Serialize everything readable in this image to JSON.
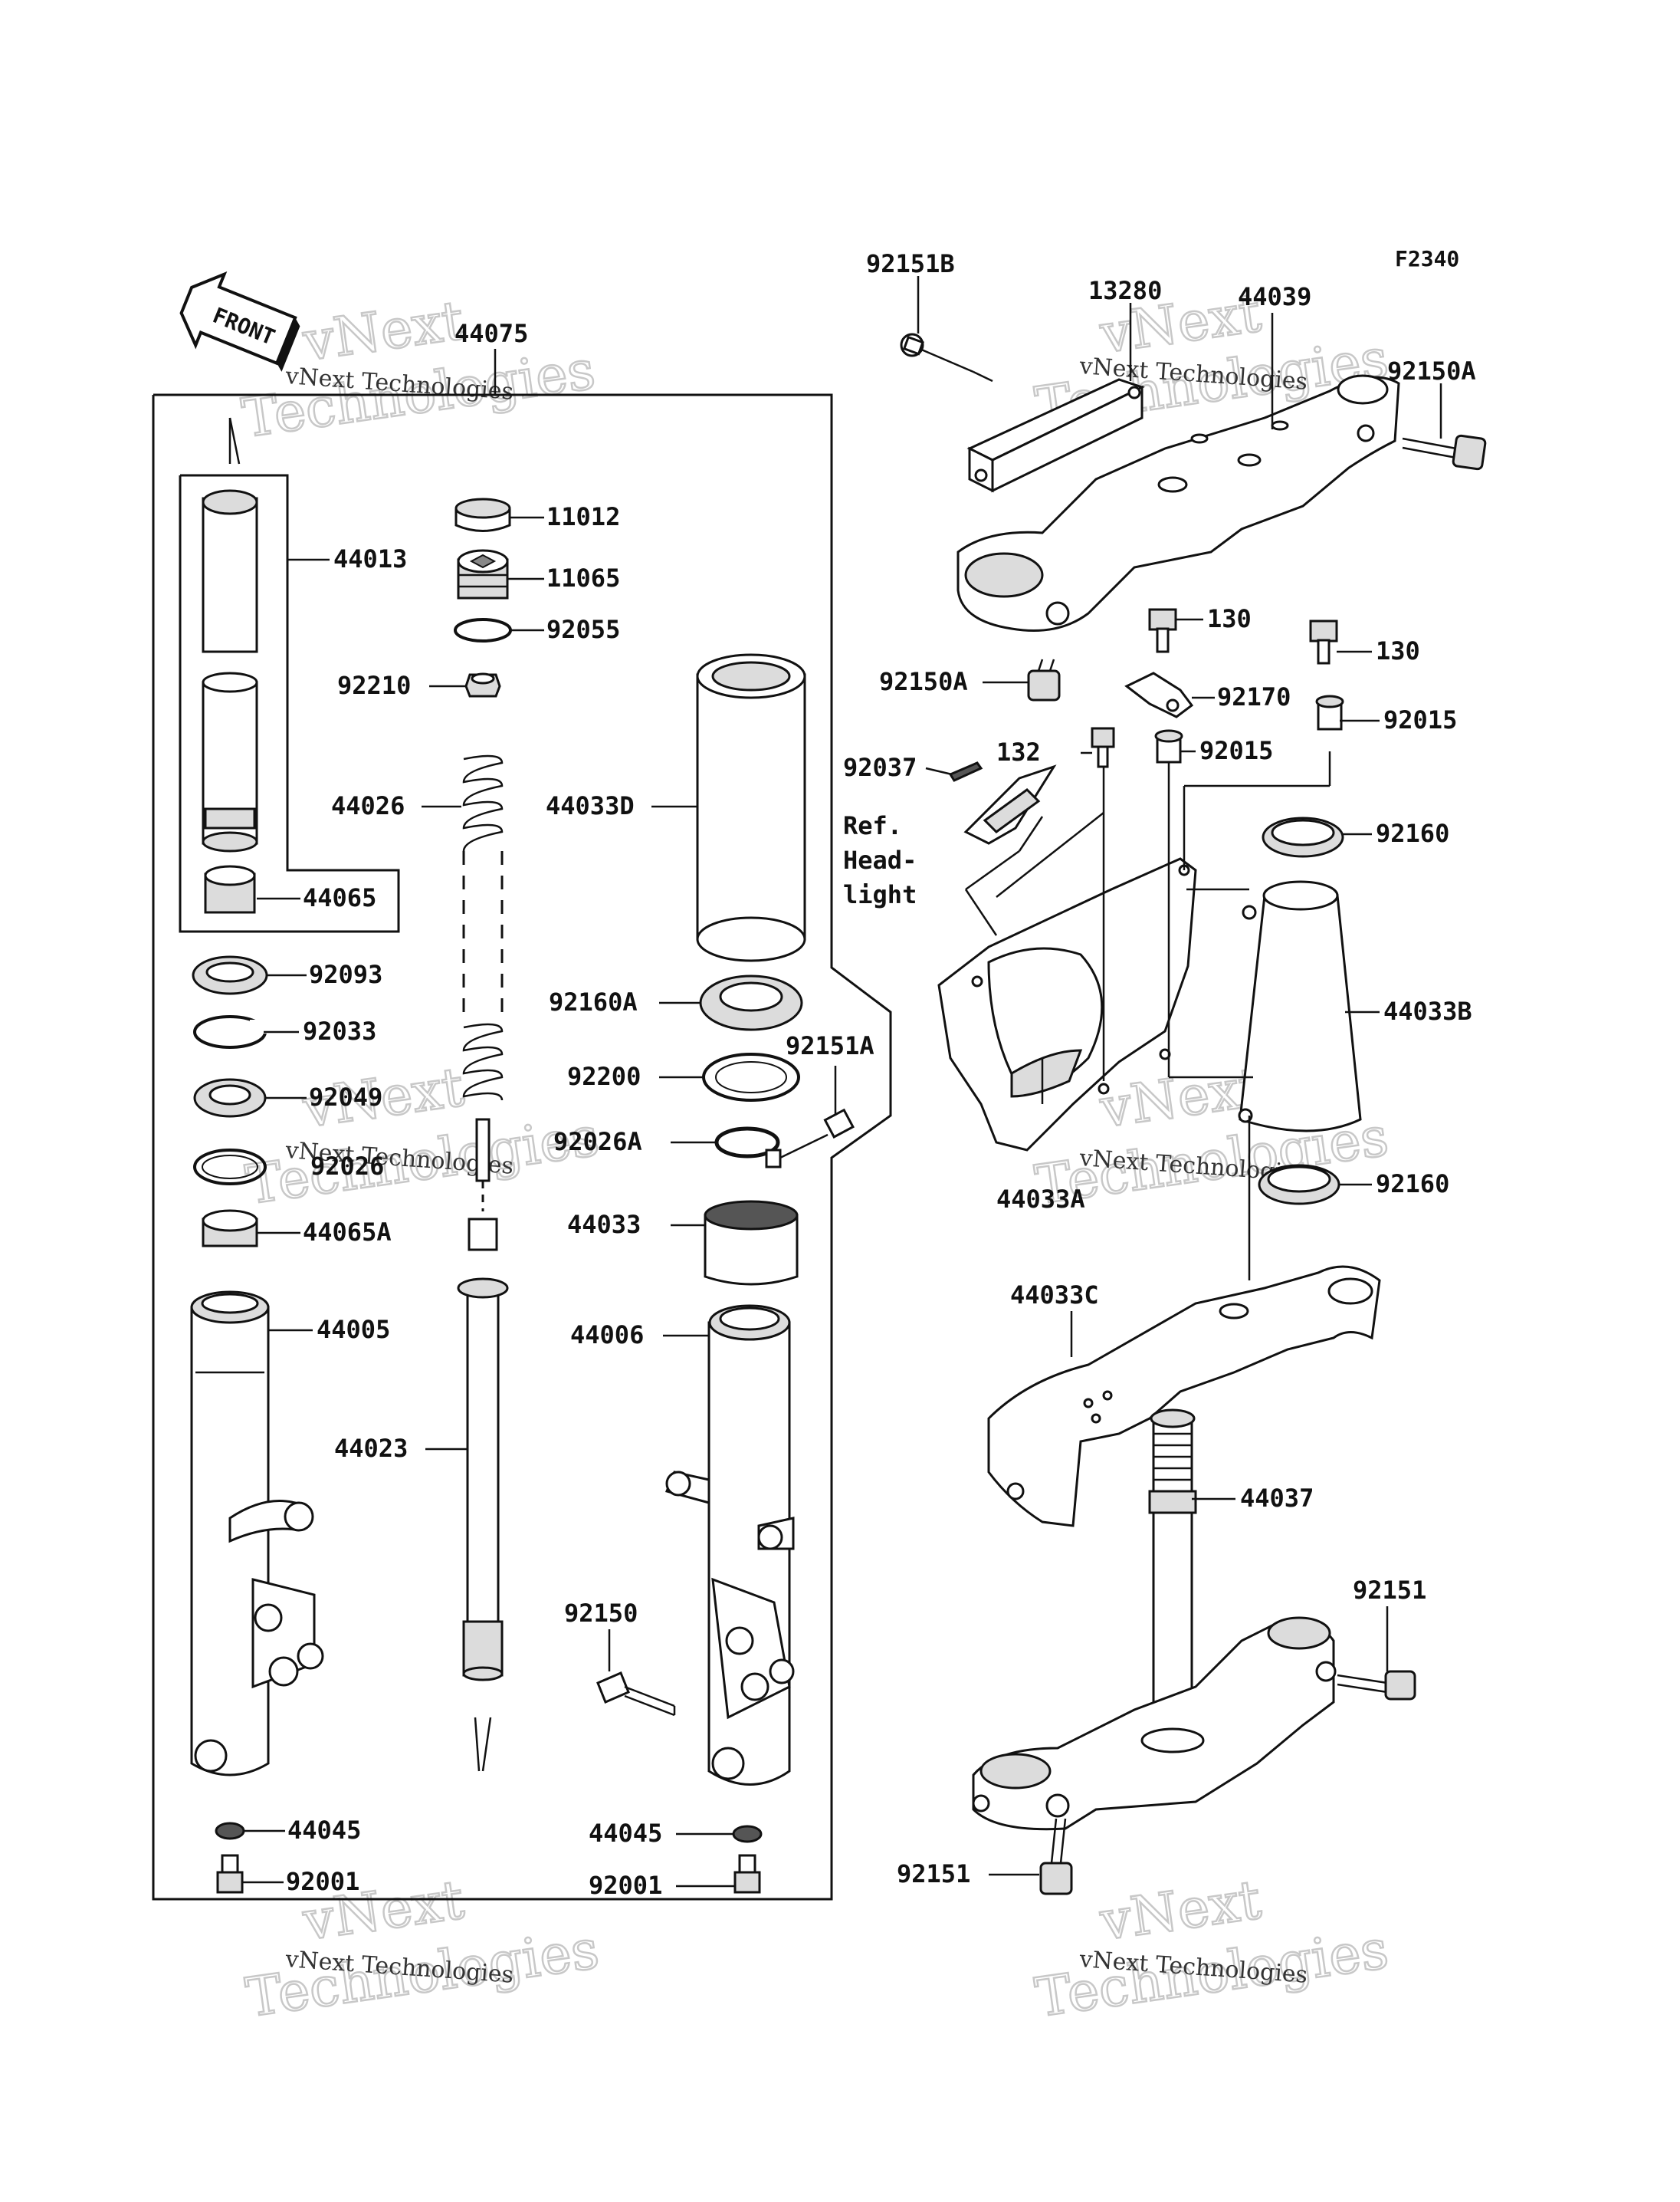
{
  "figure_code": "F2340",
  "front_arrow_label": "FRONT",
  "watermark": {
    "line1": "vNext",
    "line2": "Technologies",
    "caption": "vNext Technologies"
  },
  "reference_note": [
    "Ref.",
    "Head-",
    "light"
  ],
  "parts": [
    {
      "number": "44075"
    },
    {
      "number": "44013"
    },
    {
      "number": "44065"
    },
    {
      "number": "11012"
    },
    {
      "number": "11065"
    },
    {
      "number": "92055"
    },
    {
      "number": "92210"
    },
    {
      "number": "44026"
    },
    {
      "number": "44033D"
    },
    {
      "number": "92093"
    },
    {
      "number": "92033"
    },
    {
      "number": "92049"
    },
    {
      "number": "92026"
    },
    {
      "number": "44065A"
    },
    {
      "number": "44005"
    },
    {
      "number": "44023"
    },
    {
      "number": "92160A"
    },
    {
      "number": "92200"
    },
    {
      "number": "92151A"
    },
    {
      "number": "92026A"
    },
    {
      "number": "44033"
    },
    {
      "number": "44006"
    },
    {
      "number": "92150"
    },
    {
      "number": "44045"
    },
    {
      "number": "92001"
    },
    {
      "number": "44045"
    },
    {
      "number": "92001"
    },
    {
      "number": "92151B"
    },
    {
      "number": "13280"
    },
    {
      "number": "44039"
    },
    {
      "number": "92150A"
    },
    {
      "number": "92150A"
    },
    {
      "number": "130"
    },
    {
      "number": "130"
    },
    {
      "number": "92170"
    },
    {
      "number": "92037"
    },
    {
      "number": "132"
    },
    {
      "number": "92015"
    },
    {
      "number": "92015"
    },
    {
      "number": "92160"
    },
    {
      "number": "44033B"
    },
    {
      "number": "44033A"
    },
    {
      "number": "92160"
    },
    {
      "number": "44033C"
    },
    {
      "number": "44037"
    },
    {
      "number": "92151"
    },
    {
      "number": "92151"
    }
  ]
}
